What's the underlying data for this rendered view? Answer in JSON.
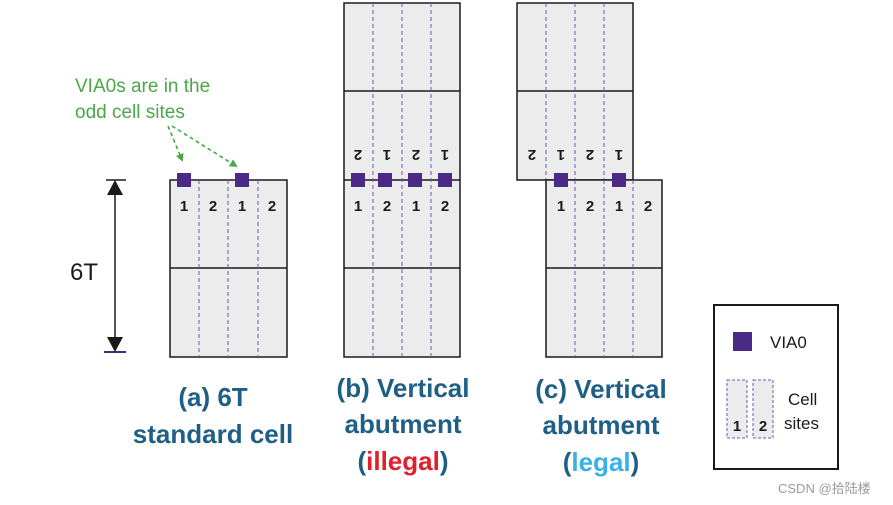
{
  "colors": {
    "cell_fill": "#ececec",
    "cell_border": "#1a1a1a",
    "site_line": "#6b56b8",
    "via0": "#4b2a87",
    "annotation_green": "#4aa84a",
    "caption_blue": "#1f5f86",
    "illegal_red": "#e0202a",
    "legal_lightblue": "#3ab0e8"
  },
  "icons": {
    "via0": "via0-square-icon",
    "arrow": "double-arrow-icon"
  },
  "annotation": {
    "line1": "VIA0s are in the",
    "line2": "odd cell sites"
  },
  "dimension": {
    "label": "6T"
  },
  "site_labels": {
    "one": "1",
    "two": "2"
  },
  "panels": {
    "a": {
      "line1": "(a) 6T",
      "line2": "standard cell"
    },
    "b": {
      "line1": "(b) Vertical",
      "line2": "abutment",
      "paren_open": "(",
      "status": "illegal",
      "paren_close": ")"
    },
    "c": {
      "line1": "(c) Vertical",
      "line2": "abutment",
      "paren_open": "(",
      "status": "legal",
      "paren_close": ")"
    }
  },
  "legend": {
    "via0_label": "VIA0",
    "sites_label_line1": "Cell",
    "sites_label_line2": "sites",
    "site1": "1",
    "site2": "2"
  },
  "watermark": "CSDN @拾陆楼"
}
